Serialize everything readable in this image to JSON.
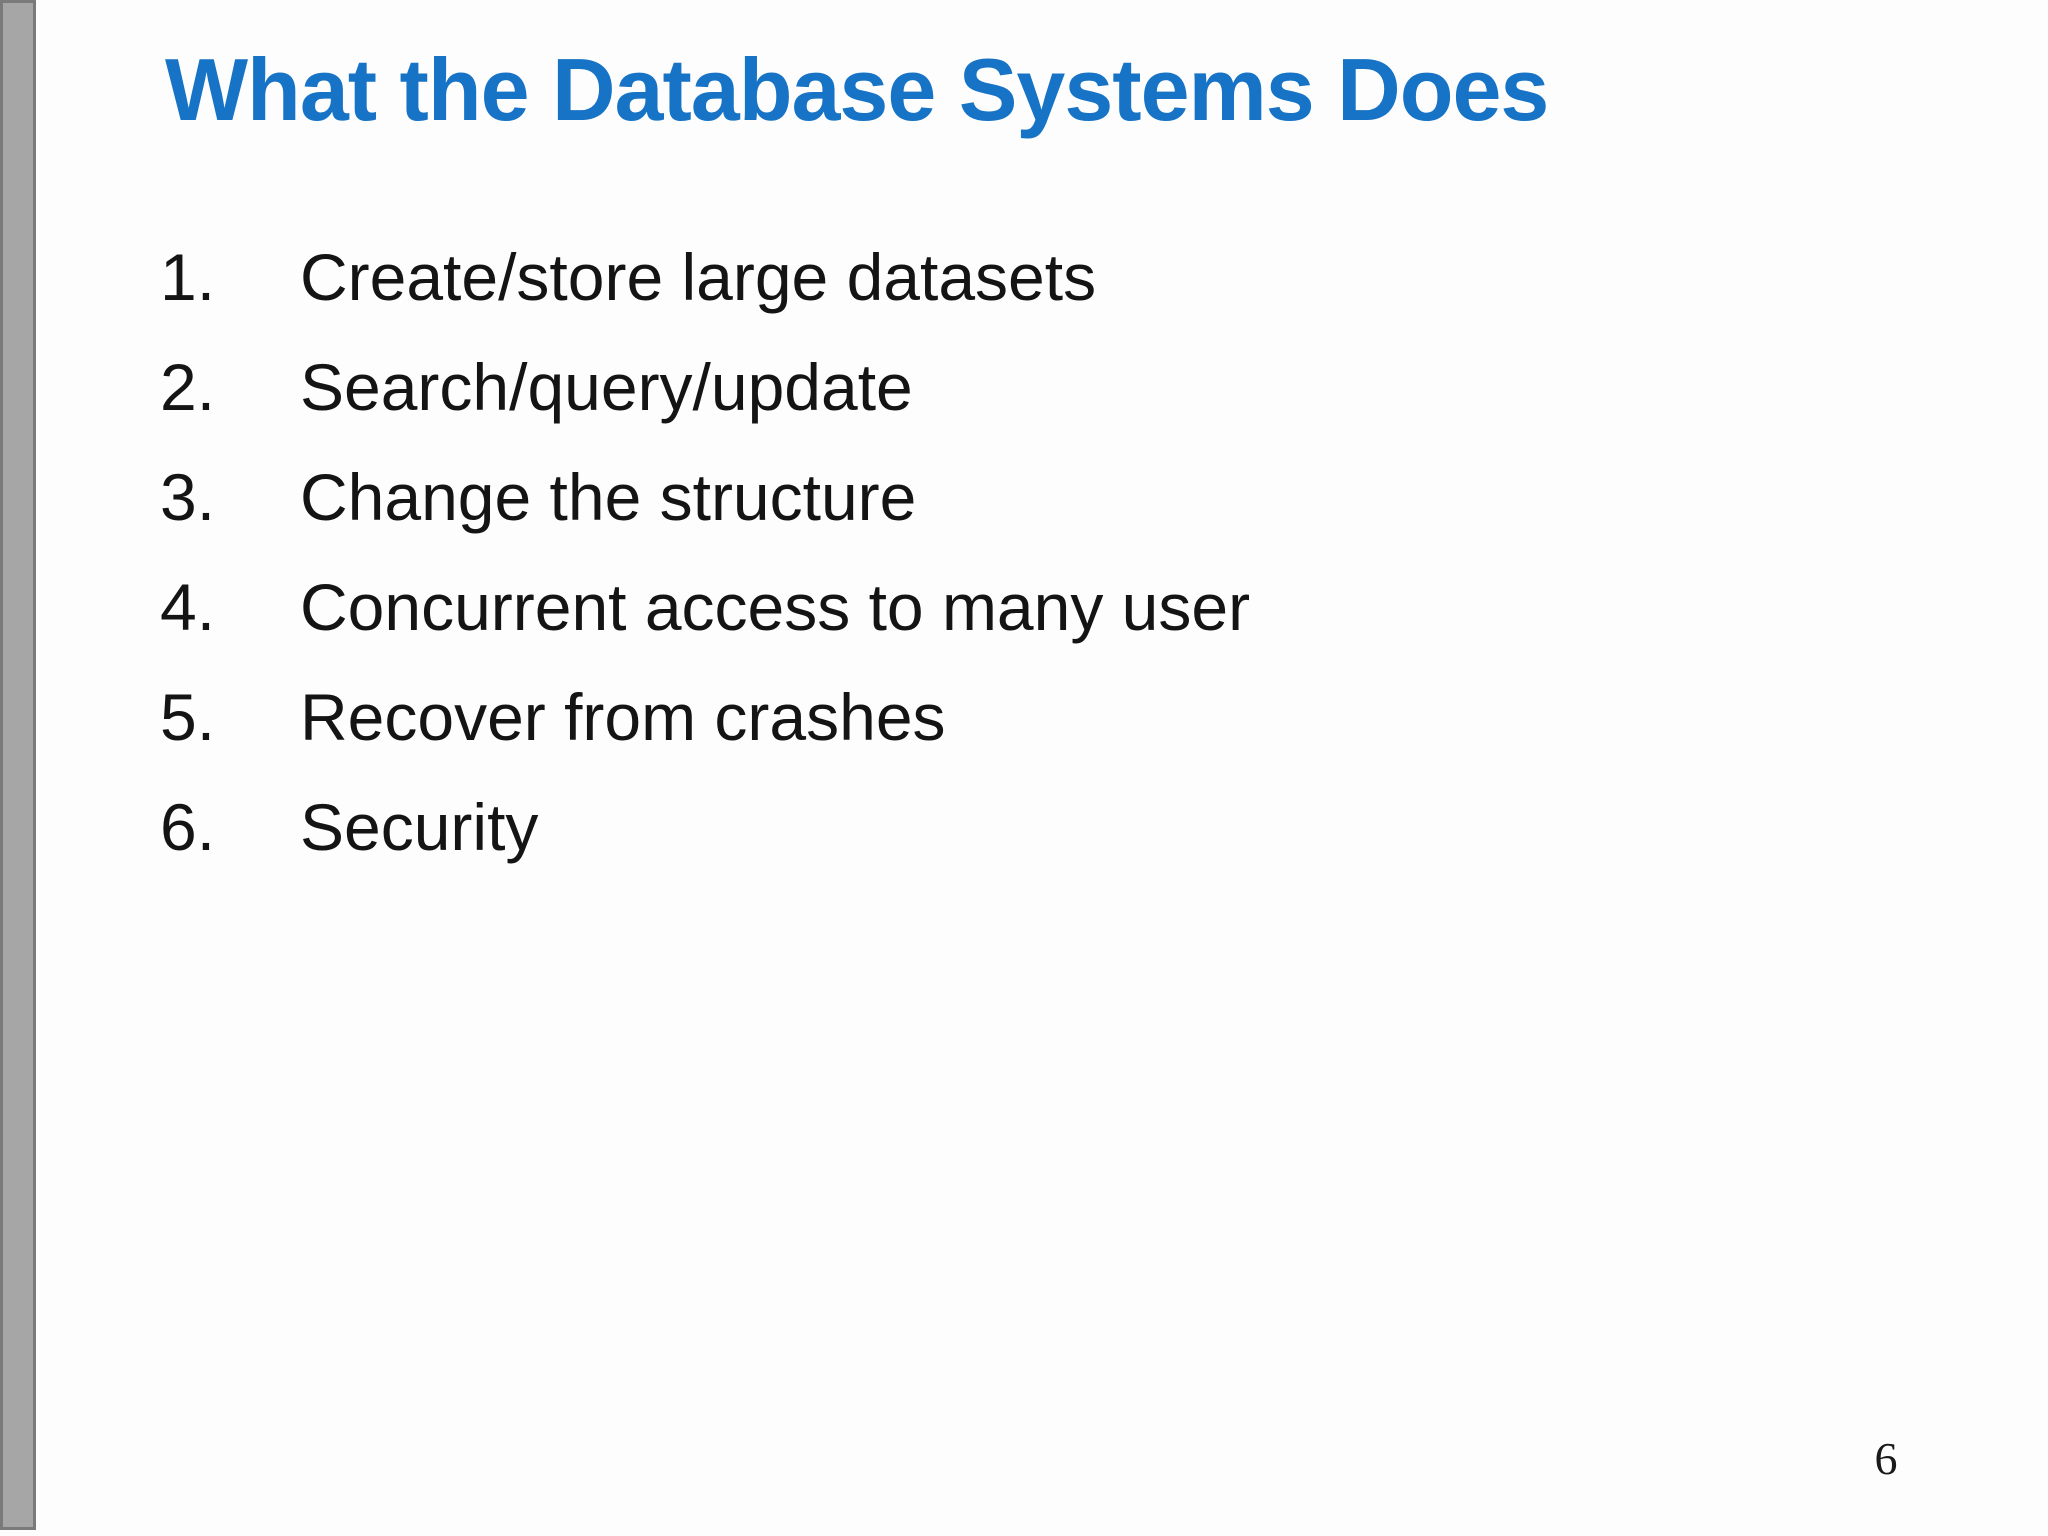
{
  "slide": {
    "title": "What the Database Systems Does",
    "items": [
      {
        "number": "1.",
        "text": "Create/store large datasets"
      },
      {
        "number": "2.",
        "text": "Search/query/update"
      },
      {
        "number": "3.",
        "text": "Change the structure"
      },
      {
        "number": "4.",
        "text": "Concurrent access to many user"
      },
      {
        "number": "5.",
        "text": "Recover from crashes"
      },
      {
        "number": "6.",
        "text": "Security"
      }
    ],
    "page_number": "6",
    "colors": {
      "title_blue": "#1673c5",
      "body_text": "#141414",
      "background": "#fdfdfd",
      "left_bar_fill": "#a6a6a6",
      "left_bar_border": "#7a7a7a"
    }
  }
}
